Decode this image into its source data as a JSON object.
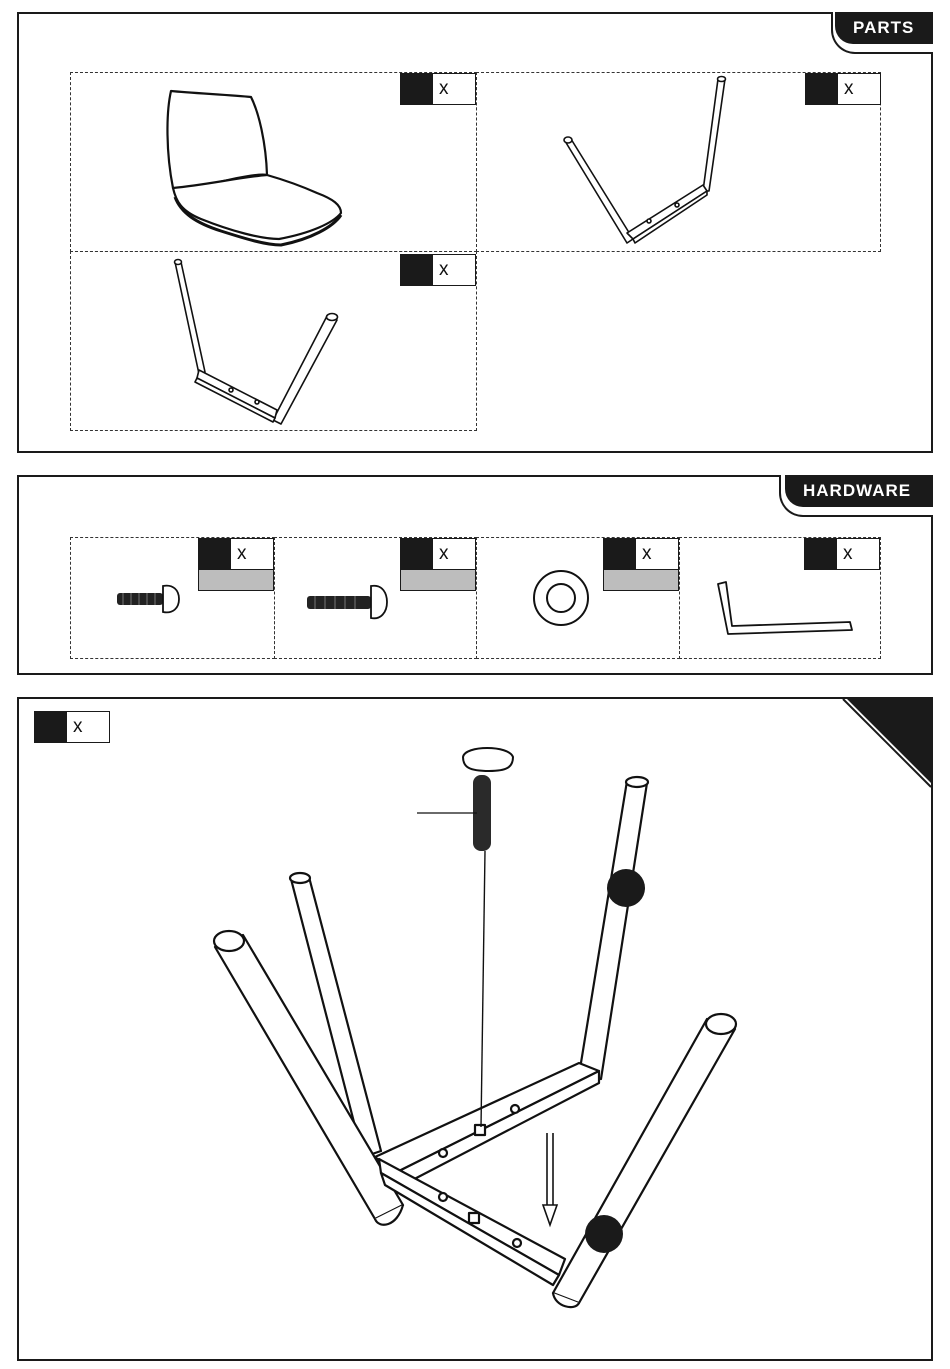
{
  "parts": {
    "title": "PARTS",
    "items": [
      {
        "qty_prefix": "x",
        "icon": "chair-seat"
      },
      {
        "qty_prefix": "x",
        "icon": "leg-frame-a"
      },
      {
        "qty_prefix": "x",
        "icon": "leg-frame-b"
      }
    ]
  },
  "hardware": {
    "title": "HARDWARE",
    "items": [
      {
        "qty_prefix": "x",
        "icon": "bolt-long"
      },
      {
        "qty_prefix": "x",
        "icon": "bolt-short"
      },
      {
        "qty_prefix": "x",
        "icon": "washer"
      },
      {
        "qty_prefix": "x",
        "icon": "allen-key"
      }
    ]
  },
  "step": {
    "qty_prefix": "x",
    "icon": "assembly-leg-frames-bolt"
  }
}
